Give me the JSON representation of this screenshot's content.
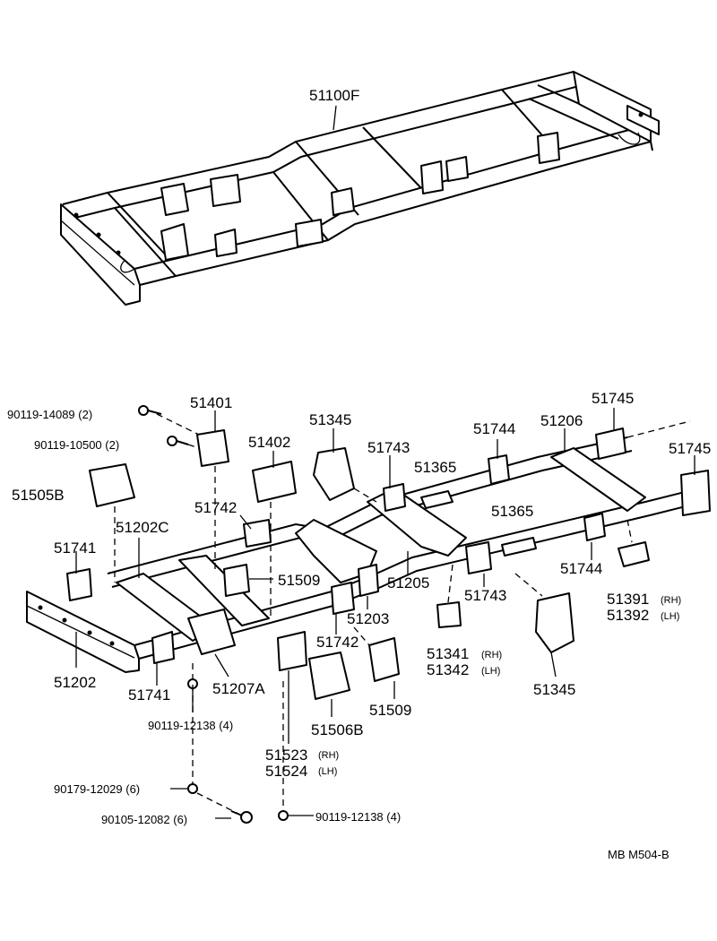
{
  "diagram": {
    "frame_label": "51100F",
    "footer_ref": "MB  M504-B",
    "labels": {
      "p90119_14089": "90119-14089 (2)",
      "p90119_10500": "90119-10500 (2)",
      "p51401": "51401",
      "p51402": "51402",
      "p51345_top": "51345",
      "p51743_top": "51743",
      "p51365_a": "51365",
      "p51744_top": "51744",
      "p51206": "51206",
      "p51745_a": "51745",
      "p51745_b": "51745",
      "p51505B": "51505B",
      "p51742_top": "51742",
      "p51202C": "51202C",
      "p51365_b": "51365",
      "p51741_top": "51741",
      "p51509_a": "51509",
      "p51205": "51205",
      "p51744_b": "51744",
      "p51391": "51391",
      "p51391_side": "(RH)",
      "p51392": "51392",
      "p51392_side": "(LH)",
      "p51743_b": "51743",
      "p51203": "51203",
      "p51742_b": "51742",
      "p51341": "51341",
      "p51341_side": "(RH)",
      "p51342": "51342",
      "p51342_side": "(LH)",
      "p51202": "51202",
      "p51741_b": "51741",
      "p51207A": "51207A",
      "p51509_b": "51509",
      "p51345_b": "51345",
      "p90119_12138_a": "90119-12138 (4)",
      "p51506B": "51506B",
      "p51523": "51523",
      "p51523_side": "(RH)",
      "p51524": "51524",
      "p51524_side": "(LH)",
      "p90179_12029": "90179-12029 (6)",
      "p90105_12082": "90105-12082 (6)",
      "p90119_12138_b": "90119-12138 (4)"
    }
  }
}
